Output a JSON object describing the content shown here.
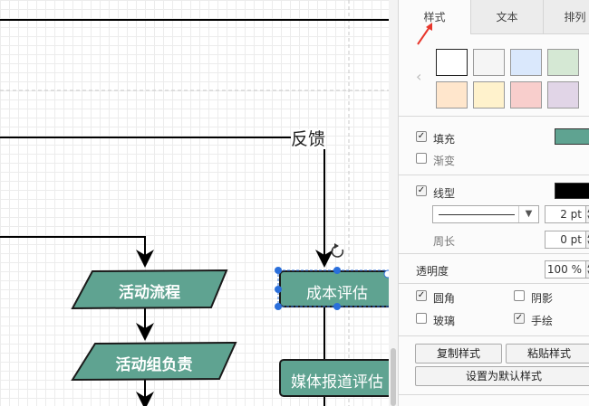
{
  "canvas": {
    "edge_label": "反馈",
    "shapes": [
      {
        "label": "活动流程"
      },
      {
        "label": "活动组负责"
      },
      {
        "label": "成本评估"
      },
      {
        "label": "媒体报道评估"
      }
    ],
    "rotate_icon": "rotate-icon"
  },
  "panel": {
    "tabs": [
      {
        "label": "样式"
      },
      {
        "label": "文本"
      },
      {
        "label": "排列"
      }
    ],
    "swatches": [
      "#ffffff",
      "#f5f5f5",
      "#dae8fc",
      "#d5e8d4",
      "#ffe6cc",
      "#fff2cc",
      "#f8cecc",
      "#e1d5e7"
    ],
    "fill": {
      "label": "填充",
      "checked": true,
      "color": "#5fa391"
    },
    "gradient": {
      "label": "渐变",
      "checked": false
    },
    "line": {
      "label": "线型",
      "checked": true,
      "color": "#000000",
      "width": "2 pt"
    },
    "perimeter": {
      "label": "周长",
      "value": "0 pt"
    },
    "opacity": {
      "label": "透明度",
      "value": "100 %"
    },
    "options": {
      "rounded": {
        "label": "圆角",
        "checked": true
      },
      "shadow": {
        "label": "阴影",
        "checked": false
      },
      "glass": {
        "label": "玻璃",
        "checked": false
      },
      "sketch": {
        "label": "手绘",
        "checked": true
      }
    },
    "buttons": {
      "copy_style": "复制样式",
      "paste_style": "粘贴样式",
      "set_default": "设置为默认样式"
    }
  },
  "colors": {
    "shape_fill": "#5fa391",
    "selection": "#2a6fdb",
    "annotation_arrow": "#e8372c"
  }
}
